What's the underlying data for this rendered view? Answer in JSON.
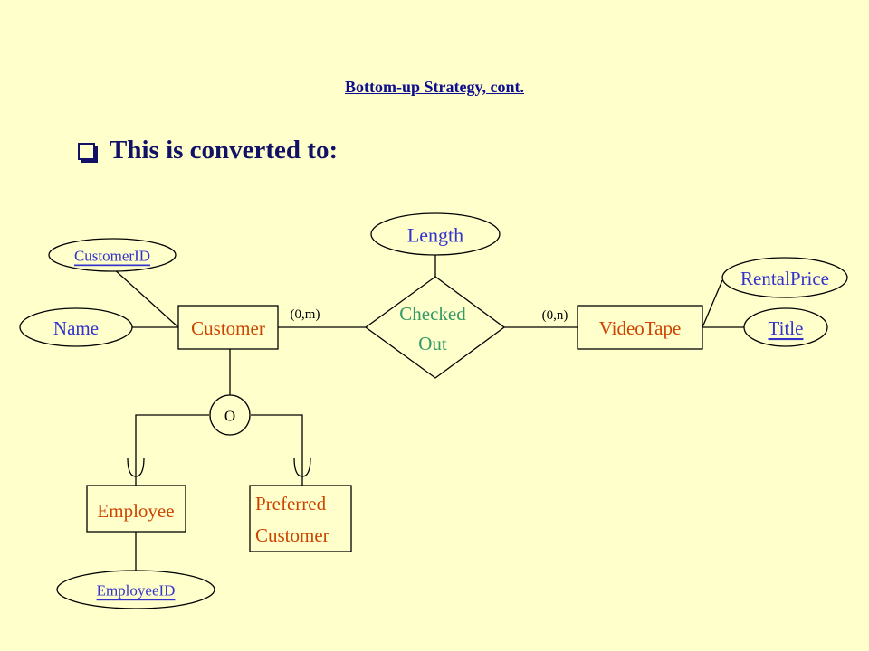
{
  "slide": {
    "title": "Bottom-up Strategy, cont.",
    "bullet": "This is converted to:"
  },
  "diagram": {
    "entities": {
      "customer": "Customer",
      "videotape": "VideoTape",
      "employee": "Employee",
      "preferred_line1": "Preferred",
      "preferred_line2": "Customer"
    },
    "relationship": {
      "line1": "Checked",
      "line2": "Out"
    },
    "attributes": {
      "length": "Length",
      "customer_id": "CustomerID",
      "name": "Name",
      "rental_price": "RentalPrice",
      "title": "Title",
      "employee_id": "EmployeeID"
    },
    "cardinalities": {
      "customer_side": "(0,m)",
      "videotape_side": "(0,n)"
    },
    "specialization": "O",
    "colors": {
      "background": "#ffffcc",
      "entity_text": "#cc4400",
      "attribute_text": "#3333cc",
      "key_attribute_text": "#3333cc",
      "relationship_text": "#339966",
      "line": "#000000"
    }
  }
}
